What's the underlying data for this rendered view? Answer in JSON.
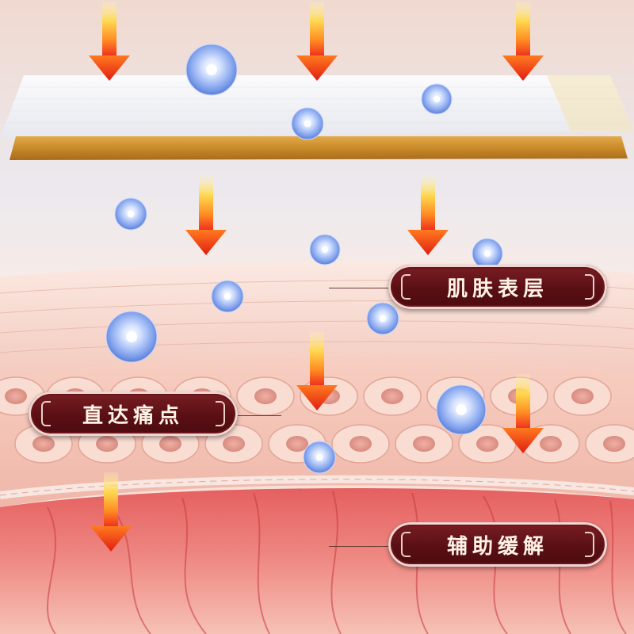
{
  "labels": {
    "epidermis": "肌肤表层",
    "direct_to_pain": "直达痛点",
    "relief": "辅助缓解"
  },
  "colors": {
    "label_bg": "#5a0f14",
    "label_text": "#fff2e6",
    "arrow_top": "#ffe27a",
    "arrow_bottom": "#ee2a1d",
    "patch_gold": "#c98a2a",
    "muscle": "#e0555a"
  }
}
